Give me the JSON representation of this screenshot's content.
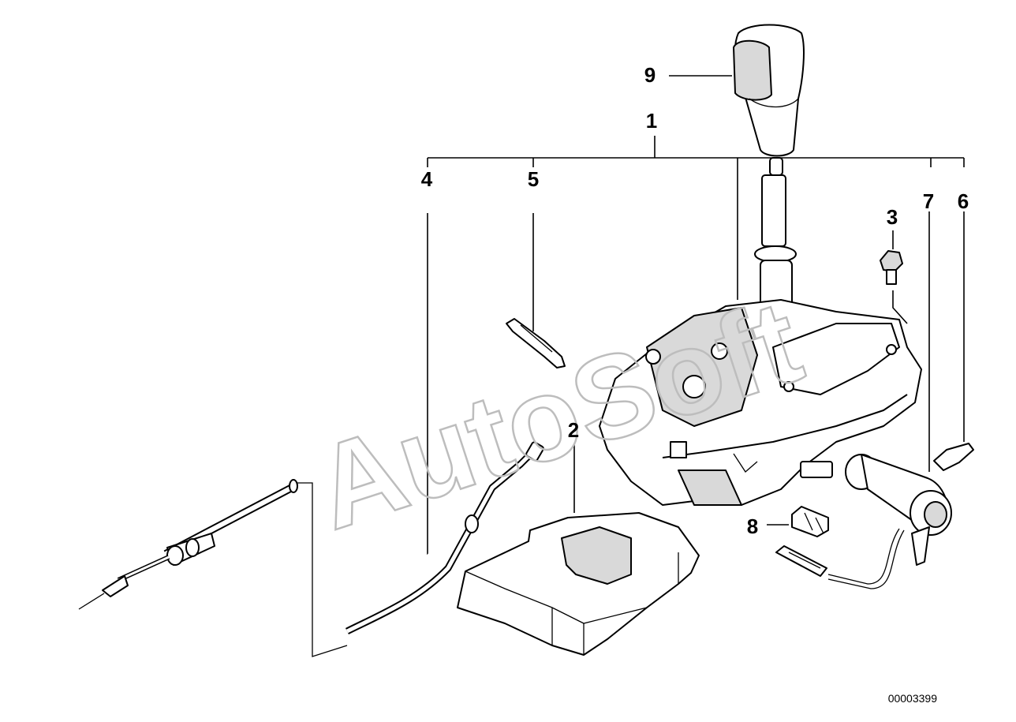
{
  "diagram": {
    "callouts": [
      {
        "id": "1",
        "label": "1"
      },
      {
        "id": "2",
        "label": "2"
      },
      {
        "id": "3",
        "label": "3"
      },
      {
        "id": "4",
        "label": "4"
      },
      {
        "id": "5",
        "label": "5"
      },
      {
        "id": "6",
        "label": "6"
      },
      {
        "id": "7",
        "label": "7"
      },
      {
        "id": "8",
        "label": "8"
      },
      {
        "id": "9",
        "label": "9"
      }
    ],
    "watermark": "AutoSoft",
    "document_id": "00003399"
  }
}
